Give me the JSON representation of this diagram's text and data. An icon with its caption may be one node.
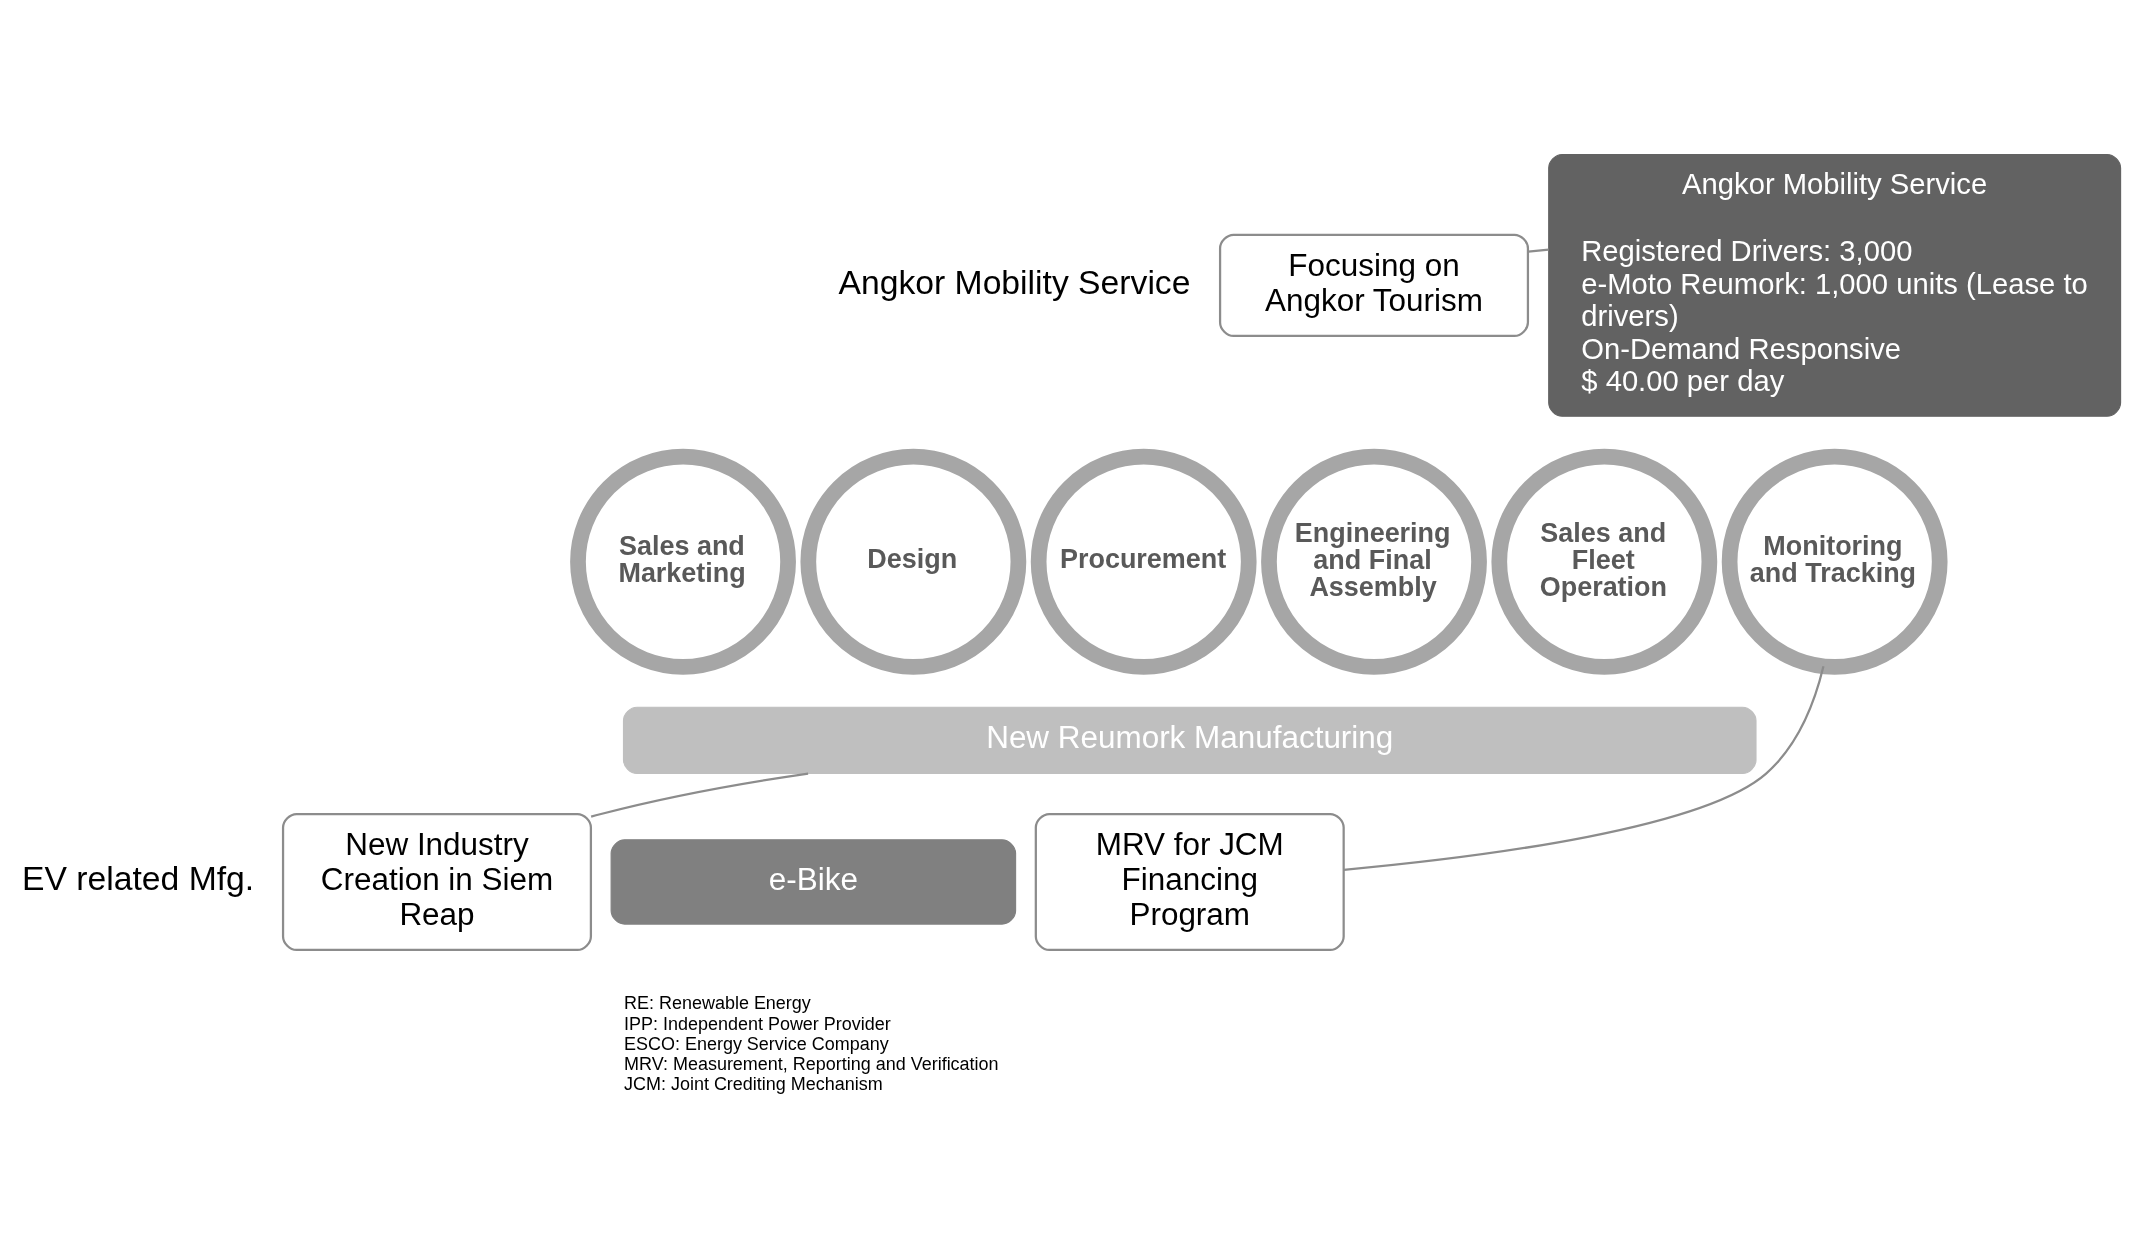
{
  "diagram": {
    "nodes": [
      {
        "text": [
          "Angkor Mobility Service",
          "Registered Drivers: 3,000",
          "e-Moto Reumork: 1,000 units (Lease to drivers)",
          "On-Demand Responsive",
          "$ 40.00 per day"
        ]
      },
      {
        "text": [
          "Focusing on Angkor Tourism"
        ]
      },
      {
        "text": [
          "Sales and Marketing"
        ]
      },
      {
        "text": [
          "Design"
        ]
      },
      {
        "text": [
          "Procurement"
        ]
      },
      {
        "text": [
          "Engineering and Final Assembly"
        ]
      },
      {
        "text": [
          "Sales and Fleet Operation"
        ]
      },
      {
        "text": [
          "Monitoring and Tracking"
        ]
      },
      {
        "text": [
          "New Reumork Manufacturing"
        ]
      },
      {
        "text": [
          "New Industry Creation in Siem Reap"
        ]
      },
      {
        "text": [
          "e-Bike"
        ]
      },
      {
        "text": [
          "MRV for JCM Financing Program"
        ]
      }
    ],
    "edges": [
      {
        "from": 1,
        "to": 0,
        "arrow": "none"
      },
      {
        "from": 9,
        "to": 8,
        "arrow": "none"
      },
      {
        "from": 11,
        "to": 7,
        "arrow": "none"
      }
    ],
    "labels": [
      "Angkor Mobility Service",
      "EV related Mfg.",
      "RE: Renewable Energy",
      "IPP: Independent Power Provider",
      "ESCO: Energy Service Company",
      "MRV: Measurement, Reporting and Verification",
      "JCM: Joint Crediting Mechanism"
    ]
  }
}
